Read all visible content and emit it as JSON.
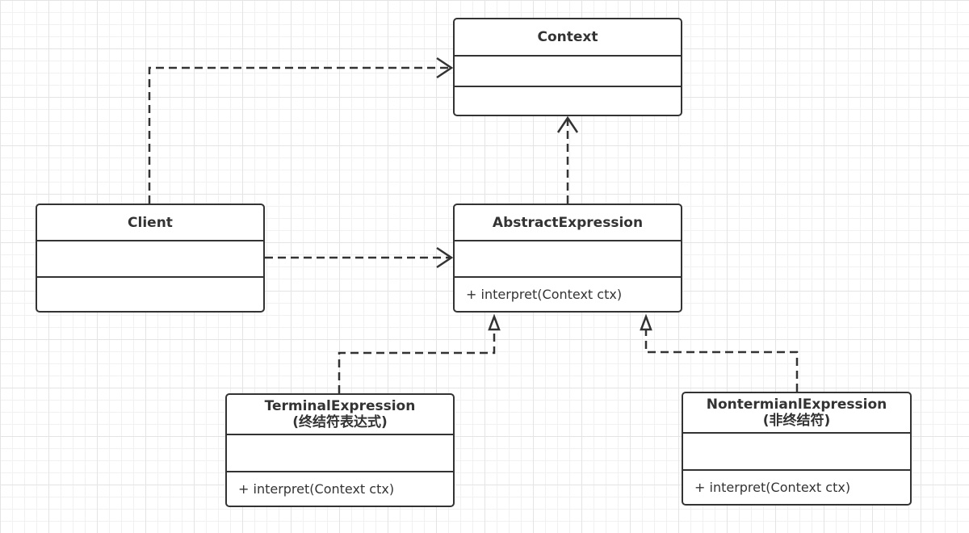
{
  "classes": {
    "context": {
      "name": "Context"
    },
    "client": {
      "name": "Client"
    },
    "abstract_expression": {
      "name": "AbstractExpression",
      "operation": "+ interpret(Context ctx)"
    },
    "terminal_expression": {
      "name": "TerminalExpression",
      "name_cn": "(终结符表达式)",
      "operation": "+ interpret(Context ctx)"
    },
    "nonterminal_expression": {
      "name": "NontermianlExpression",
      "name_cn": "(非终结符)",
      "operation": "+ interpret(Context ctx)"
    }
  },
  "relations": [
    {
      "from": "Client",
      "to": "Context",
      "type": "dependency"
    },
    {
      "from": "Client",
      "to": "AbstractExpression",
      "type": "dependency"
    },
    {
      "from": "AbstractExpression",
      "to": "Context",
      "type": "dependency"
    },
    {
      "from": "TerminalExpression",
      "to": "AbstractExpression",
      "type": "realization"
    },
    {
      "from": "NontermianlExpression",
      "to": "AbstractExpression",
      "type": "realization"
    }
  ]
}
